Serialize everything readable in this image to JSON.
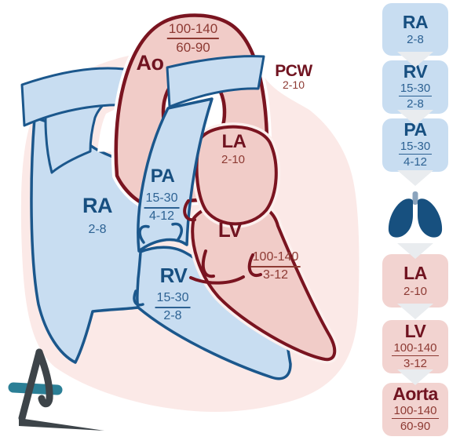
{
  "heart": {
    "ao": {
      "label": "Ao",
      "systolic": "100-140",
      "diastolic": "60-90"
    },
    "pcw": {
      "label": "PCW",
      "value": "2-10"
    },
    "la": {
      "label": "LA",
      "value": "2-10"
    },
    "pa": {
      "label": "PA",
      "systolic": "15-30",
      "diastolic": "4-12"
    },
    "ra": {
      "label": "RA",
      "value": "2-8"
    },
    "lv": {
      "label": "LV",
      "systolic": "100-140",
      "diastolic": "3-12"
    },
    "rv": {
      "label": "RV",
      "systolic": "15-30",
      "diastolic": "2-8"
    }
  },
  "sidebar": {
    "items": [
      {
        "label": "RA",
        "value": "2-8",
        "type": "venous"
      },
      {
        "label": "RV",
        "systolic": "15-30",
        "diastolic": "2-8",
        "type": "venous"
      },
      {
        "label": "PA",
        "systolic": "15-30",
        "diastolic": "4-12",
        "type": "venous"
      },
      {
        "type": "lungs",
        "icon": "lungs-icon"
      },
      {
        "label": "LA",
        "value": "2-10",
        "type": "arterial"
      },
      {
        "label": "LV",
        "systolic": "100-140",
        "diastolic": "3-12",
        "type": "arterial"
      },
      {
        "label": "Aorta",
        "systolic": "100-140",
        "diastolic": "60-90",
        "type": "arterial"
      }
    ]
  },
  "colors": {
    "venous_fill": "#c8ddf1",
    "venous_stroke": "#1b578c",
    "venous_text": "#174f80",
    "venous_value": "#2d6293",
    "arterial_fill": "#f1ccc8",
    "arterial_stroke": "#7a1420",
    "arterial_text": "#701320",
    "arterial_value": "#8d3a33",
    "halo": "#fbe9e7",
    "flow_arrow": "#e9ecef",
    "lungs": "#17507f",
    "logo_dark": "#3d4449",
    "logo_teal": "#2b7f96"
  }
}
